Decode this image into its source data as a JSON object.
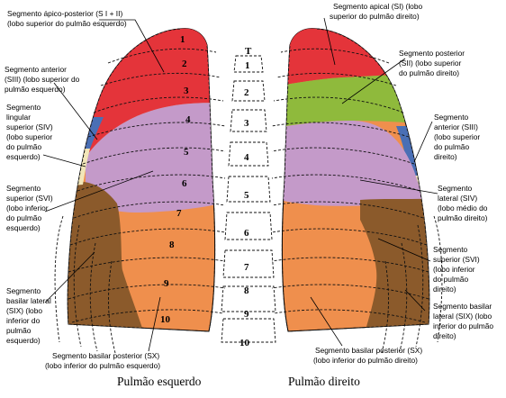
{
  "titles": {
    "left": "Pulmão esquerdo",
    "right": "Pulmão direito"
  },
  "labels": {
    "l_apico": [
      "Segmento ápico-posterior (S I + II)",
      "(lobo superior do pulmão esquerdo)"
    ],
    "l_anterior": [
      "Segmento anterior",
      "(SIII) (lobo superior do",
      "pulmão esquerdo)"
    ],
    "l_lingular": [
      "Segmento",
      "lingular",
      "superior (SIV)",
      "(lobo superior",
      "do pulmão",
      "esquerdo)"
    ],
    "l_superior": [
      "Segmento",
      "superior (SVI)",
      "(lobo inferior",
      "do pulmão",
      "esquerdo)"
    ],
    "l_basilar_lat": [
      "Segmento",
      "basilar lateral",
      "(SIX) (lobo",
      "inferior do",
      "pulmão",
      "esquerdo)"
    ],
    "l_basilar_post": [
      "Segmento basilar posterior (SX)",
      "(lobo inferior do pulmão esquerdo)"
    ],
    "r_apical": [
      "Segmento apical (SI) (lobo",
      "superior do pulmão direito)"
    ],
    "r_posterior": [
      "Segmento posterior",
      "(SII) (lobo superior",
      "do pulmão direito)"
    ],
    "r_anterior": [
      "Segmento",
      "anterior (SIII)",
      "(lobo superior",
      "do pulmão",
      "direito)"
    ],
    "r_lateral": [
      "Segmento",
      "lateral (SIV)",
      "(lobo médio do",
      "pulmão direito)"
    ],
    "r_superior": [
      "Segmento",
      "superior (SVI)",
      "(lobo inferior",
      "do pulmão",
      "direito)"
    ],
    "r_basilar_lat": [
      "Segmento basilar",
      "lateral (SIX) (lobo",
      "inferior do pulmão",
      "direito)"
    ],
    "r_basilar_post": [
      "Segmento basilar posterior (SX)",
      "(lobo inferior do pulmão direito)"
    ]
  },
  "rib_numbers_left": [
    "1",
    "2",
    "3",
    "4",
    "5",
    "6",
    "7",
    "8",
    "9",
    "10"
  ],
  "vertebra_numbers": [
    "T",
    "1",
    "2",
    "3",
    "4",
    "5",
    "6",
    "7",
    "8",
    "9",
    "10"
  ],
  "colors": {
    "red": "#e4343a",
    "green": "#8fba3c",
    "purple": "#c49ac9",
    "orange": "#ef8f4d",
    "brown": "#8b5a2b",
    "blue": "#4a6fb5",
    "cream": "#f2e6b8"
  }
}
